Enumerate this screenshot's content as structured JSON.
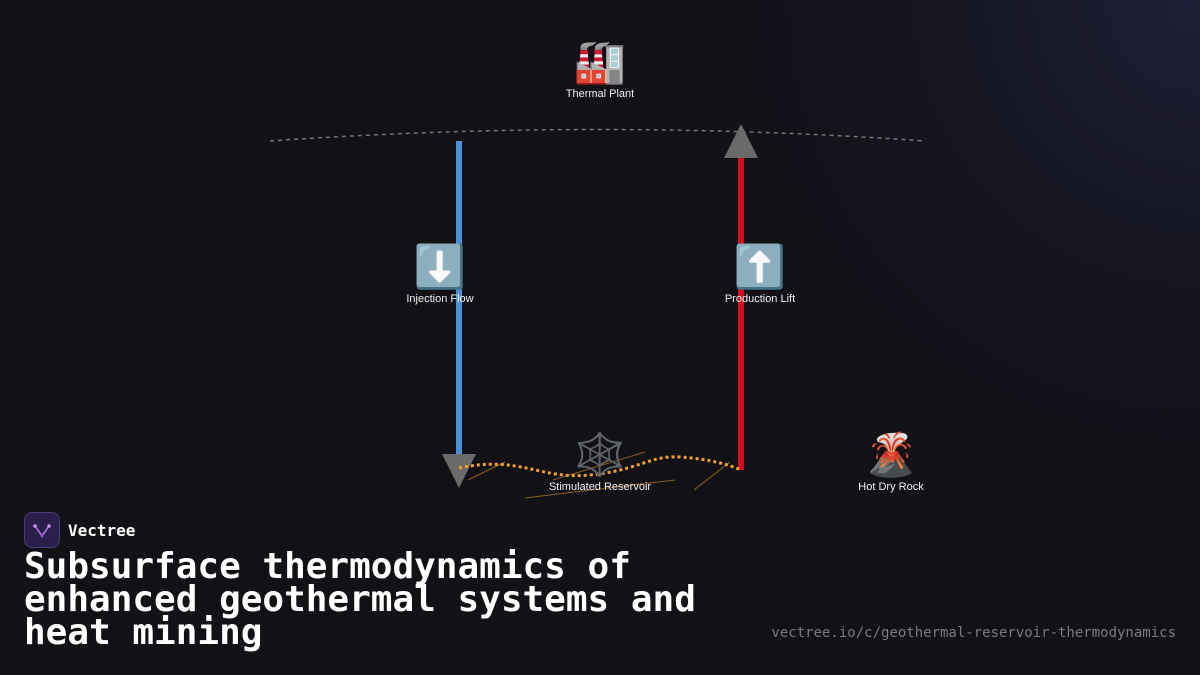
{
  "nodes": {
    "thermal_plant": {
      "label": "Thermal Plant",
      "icon": "factory-icon",
      "glyph": "🏭"
    },
    "injection_flow": {
      "label": "Injection Flow",
      "icon": "down-arrow-icon",
      "glyph": "⬇️"
    },
    "production_lift": {
      "label": "Production Lift",
      "icon": "up-arrow-icon",
      "glyph": "⬆️"
    },
    "stimulated_reservoir": {
      "label": "Stimulated Reservoir",
      "icon": "spider-web-icon",
      "glyph": "🕸️"
    },
    "hot_dry_rock": {
      "label": "Hot Dry Rock",
      "icon": "volcano-icon",
      "glyph": "🌋"
    }
  },
  "colors": {
    "injection": "#4a90d9",
    "production": "#d0101e",
    "fracture": "#f0a030",
    "surface": "#777777",
    "arrowhead": "#6a6a6a"
  },
  "brand": {
    "name": "Vectree"
  },
  "title": "Subsurface thermodynamics of enhanced geothermal systems and heat mining",
  "url": "vectree.io/c/geothermal-reservoir-thermodynamics"
}
